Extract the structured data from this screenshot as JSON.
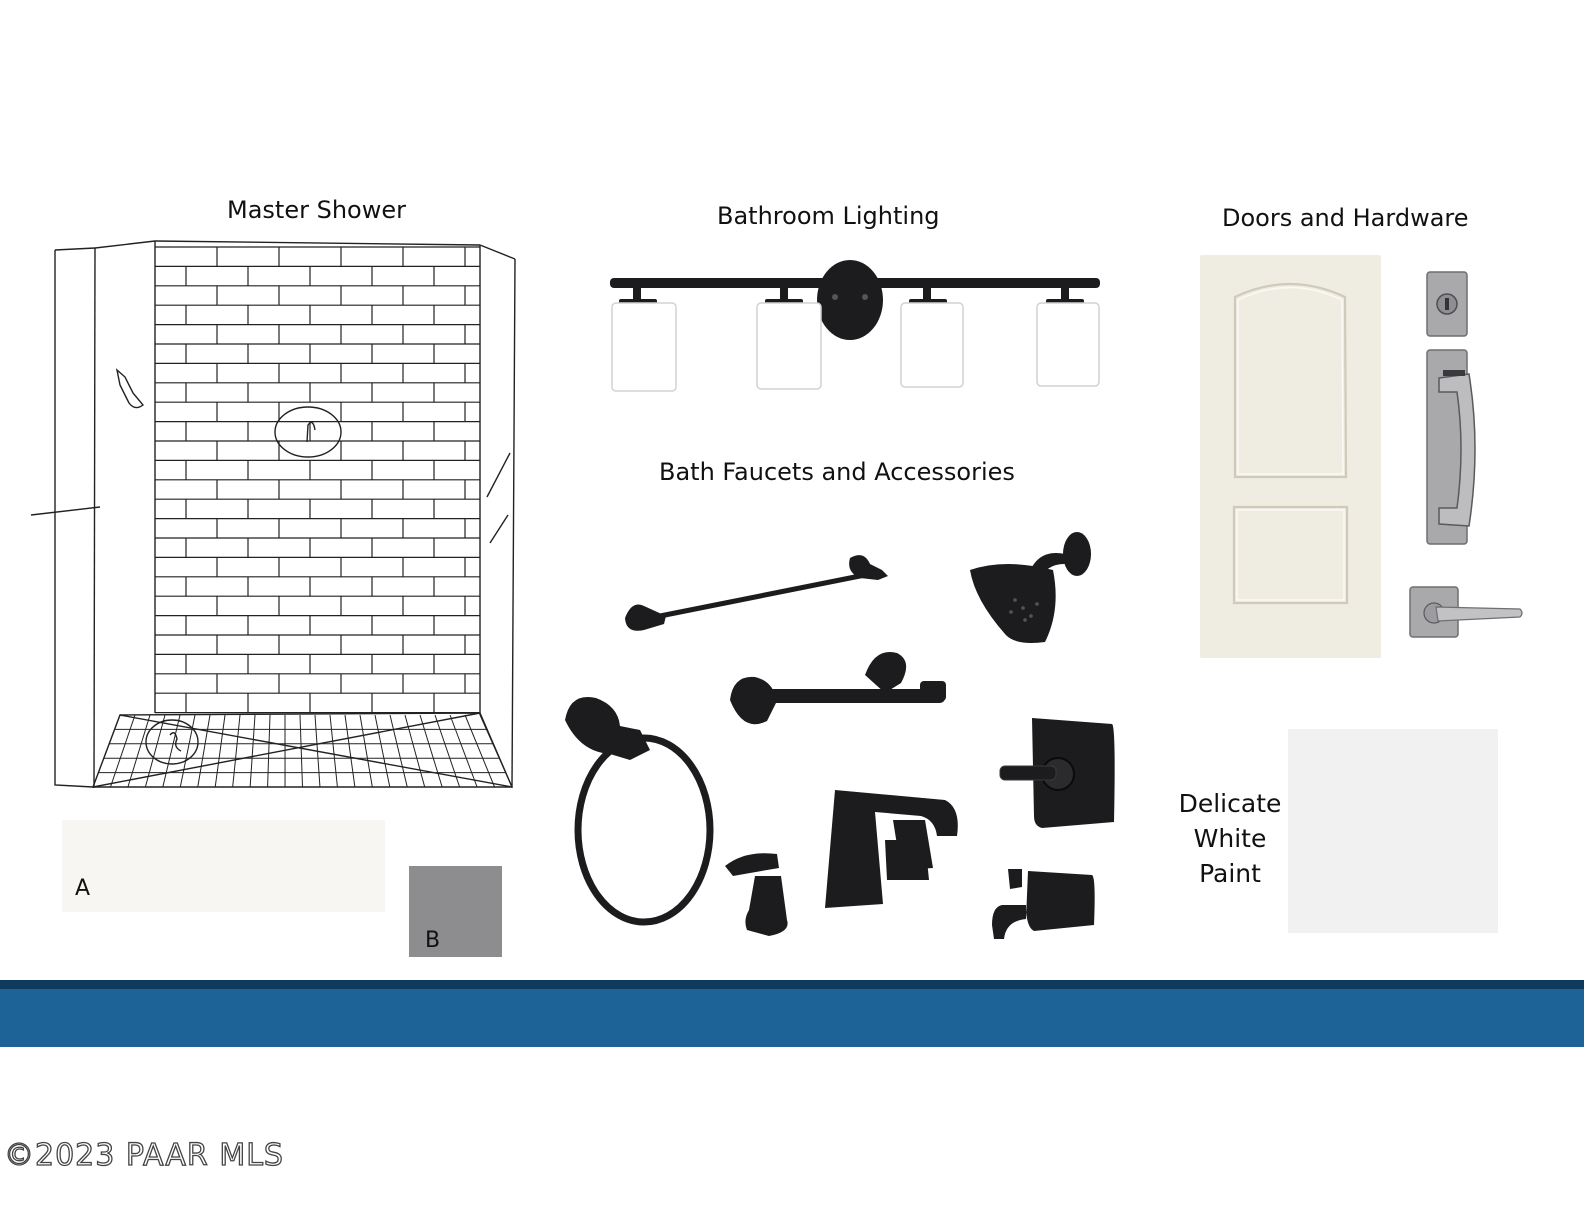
{
  "sections": {
    "master_shower": {
      "title": "Master Shower"
    },
    "bathroom_lighting": {
      "title": "Bathroom Lighting"
    },
    "doors_hardware": {
      "title": "Doors and Hardware"
    },
    "bath_faucets": {
      "title": "Bath Faucets and Accessories"
    }
  },
  "swatches": {
    "a": {
      "label": "A",
      "color": "#f7f6f3"
    },
    "b": {
      "label": "B",
      "color": "#8d8c8f"
    }
  },
  "paint": {
    "line1": "Delicate",
    "line2": "White",
    "line3": "Paint",
    "color": "#f1f1f2"
  },
  "colors": {
    "band": "#1e6398",
    "band_dark": "#0e3a5e",
    "fixture": "#1c1c1e",
    "door": "#efece2",
    "nickel": "#a9a9ac"
  },
  "watermark": "©2023 PAAR MLS"
}
